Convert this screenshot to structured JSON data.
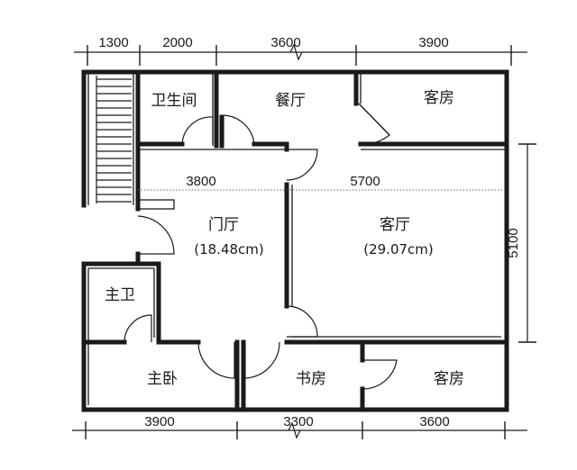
{
  "rooms": {
    "bathroom": "卫生间",
    "dining": "餐厅",
    "guest_top": "客房",
    "foyer": "门厅",
    "foyer_area": "(18.48cm)",
    "living": "客厅",
    "living_area": "(29.07cm)",
    "master_bath": "主卫",
    "master_bed": "主卧",
    "study": "书房",
    "guest_bottom": "客房"
  },
  "dimensions": {
    "top": [
      "1300",
      "2000",
      "3600",
      "3900"
    ],
    "bottom": [
      "3900",
      "3300",
      "3600"
    ],
    "right": "5100",
    "inner_left": "3800",
    "inner_right": "5700"
  }
}
